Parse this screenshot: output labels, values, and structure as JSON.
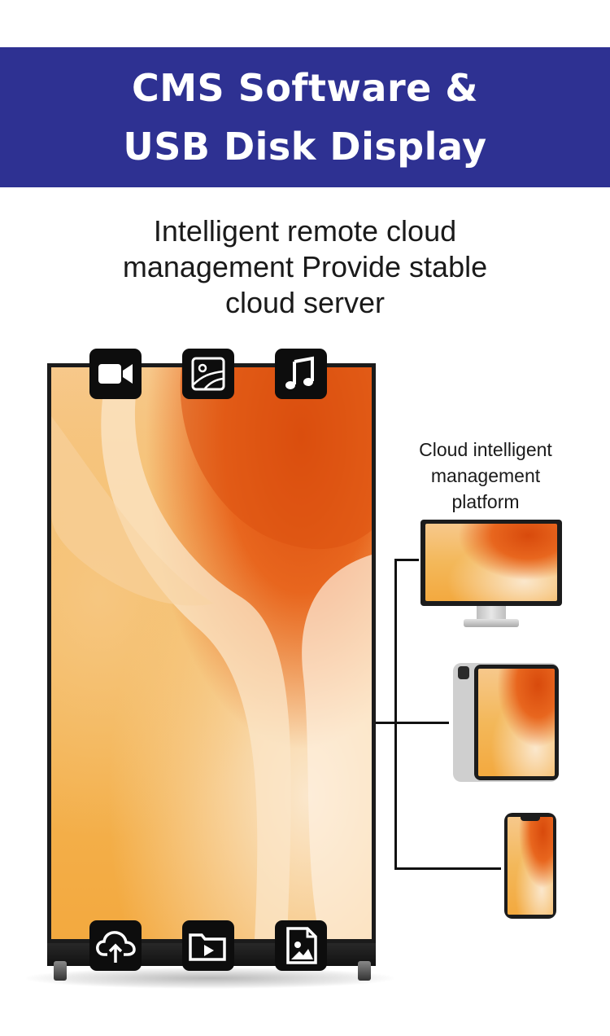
{
  "header": {
    "title_line1": "CMS Software &",
    "title_line2": "USB Disk Display",
    "background_color": "#2e3192"
  },
  "subtitle": {
    "line1": "Intelligent remote cloud",
    "line2": "management Provide stable",
    "line3": "cloud server"
  },
  "platform_caption": {
    "line1": "Cloud intelligent",
    "line2": "management",
    "line3": "platform"
  },
  "top_icons": [
    "video-camera-icon",
    "picture-icon",
    "music-note-icon"
  ],
  "bottom_icons": [
    "cloud-upload-icon",
    "video-folder-icon",
    "image-file-icon"
  ],
  "devices": [
    "monitor",
    "tablet",
    "phone"
  ]
}
